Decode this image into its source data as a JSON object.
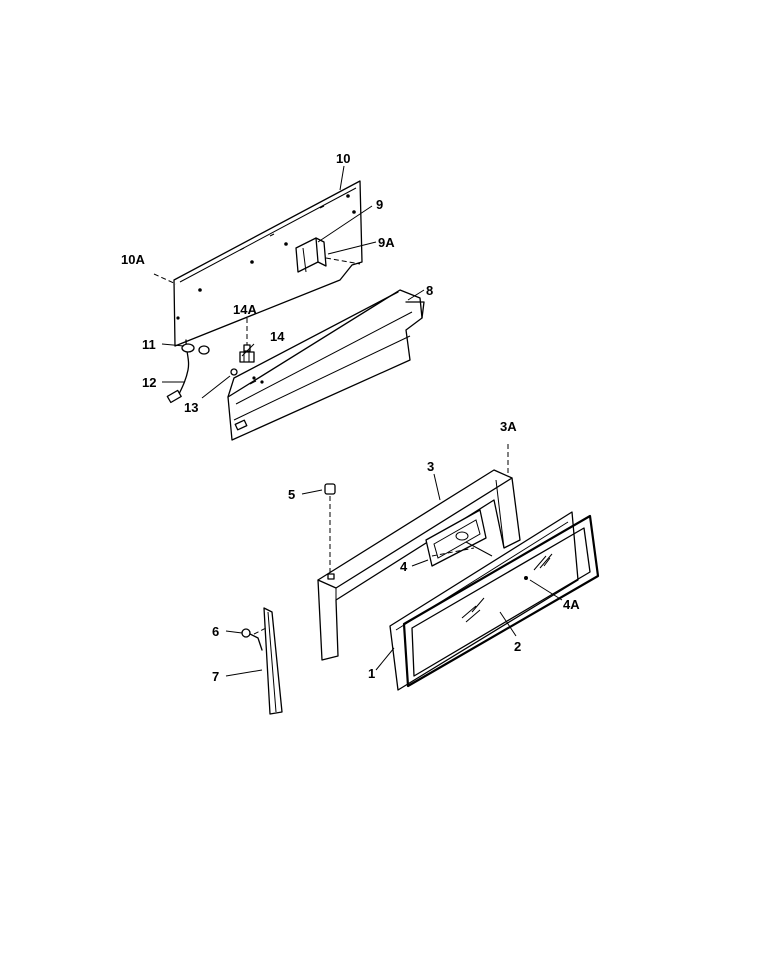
{
  "labels": {
    "l10": "10",
    "l9": "9",
    "l9a": "9A",
    "l10a": "10A",
    "l8": "8",
    "l14a": "14A",
    "l14": "14",
    "l11": "11",
    "l12": "12",
    "l13": "13",
    "l3a": "3A",
    "l3": "3",
    "l5": "5",
    "l4": "4",
    "l4a": "4A",
    "l6": "6",
    "l7": "7",
    "l1": "1",
    "l2": "2"
  }
}
